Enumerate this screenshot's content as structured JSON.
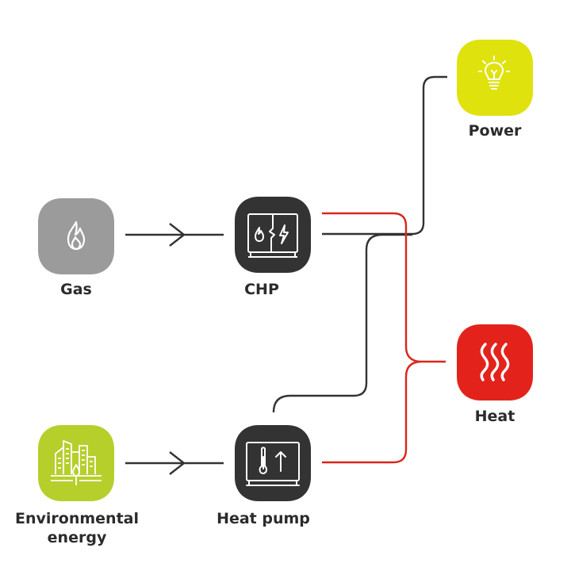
{
  "nodes": {
    "gas": {
      "label": "Gas",
      "color": "#9b9b9b",
      "icon": "flame-icon"
    },
    "chp": {
      "label": "CHP",
      "color": "#333333",
      "icon": "chp-unit-icon"
    },
    "power": {
      "label": "Power",
      "color": "#dfe20d",
      "icon": "lightbulb-icon"
    },
    "heat": {
      "label": "Heat",
      "color": "#e3231b",
      "icon": "heat-waves-icon"
    },
    "heat_pump": {
      "label": "Heat pump",
      "color": "#333333",
      "icon": "heat-pump-icon"
    },
    "environmental_energy": {
      "label": "Environmental energy",
      "color": "#b6cf2b",
      "icon": "city-environment-icon"
    }
  },
  "connections": [
    {
      "from": "Gas",
      "to": "CHP",
      "color": "#333333"
    },
    {
      "from": "Environmental energy",
      "to": "Heat pump",
      "color": "#333333"
    },
    {
      "from": "CHP",
      "to": "Power",
      "color": "#333333"
    },
    {
      "from": "Heat pump",
      "to": "Power",
      "color": "#333333"
    },
    {
      "from": "CHP",
      "to": "Heat",
      "color": "#d9261c"
    },
    {
      "from": "Heat pump",
      "to": "Heat",
      "color": "#d9261c"
    }
  ]
}
